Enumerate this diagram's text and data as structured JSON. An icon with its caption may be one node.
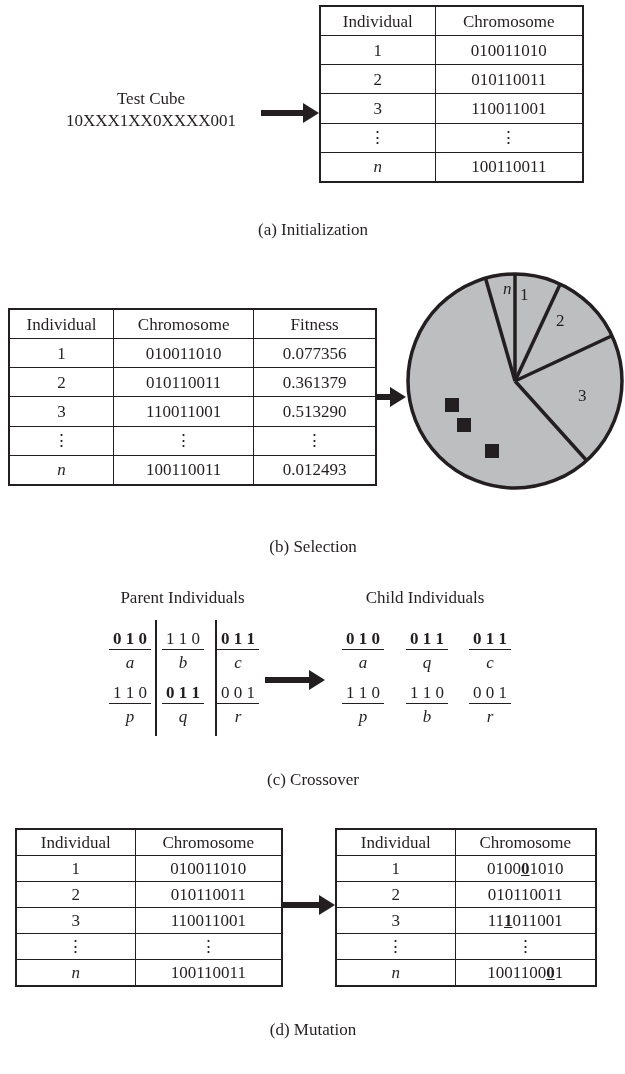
{
  "diagram": {
    "nodes": [
      {
        "text": [
          "Test Cube 10XXX1XX0XXXX001"
        ]
      },
      {
        "text": [
          "Individual",
          "Chromosome",
          "1",
          "010011010",
          "2",
          "010110011",
          "3",
          "110011001",
          "⋮",
          "⋮",
          "n",
          "100110011"
        ]
      },
      {
        "text": [
          "Individual",
          "Chromosome",
          "Fitness",
          "1",
          "010011010",
          "0.077356",
          "2",
          "010110011",
          "0.361379",
          "3",
          "110011001",
          "0.513290",
          "⋮",
          "⋮",
          "⋮",
          "n",
          "100110011",
          "0.012493"
        ]
      },
      {
        "text": [
          "n",
          "1",
          "2",
          "3"
        ]
      },
      {
        "text": [
          "Parent Individuals",
          "0 1 0",
          "a",
          "1 1 0",
          "b",
          "0 1 1",
          "c",
          "1 1 0",
          "p",
          "0 1 1",
          "q",
          "0 0 1",
          "r"
        ]
      },
      {
        "text": [
          "Child Individuals",
          "0 1 0",
          "a",
          "0 1 1",
          "q",
          "0 1 1",
          "c",
          "1 1 0",
          "p",
          "1 1 0",
          "b",
          "0 0 1",
          "r"
        ]
      },
      {
        "text": [
          "Individual",
          "Chromosome",
          "1",
          "010011010",
          "2",
          "010110011",
          "3",
          "110011001",
          "⋮",
          "⋮",
          "n",
          "100110011"
        ]
      },
      {
        "text": [
          "Individual",
          "Chromosome",
          "1",
          "0100**0**1010",
          "2",
          "010110011",
          "3",
          "11**1**011001",
          "⋮",
          "⋮",
          "n",
          "1001100**0**1"
        ]
      }
    ],
    "edges": [
      {
        "from": 0,
        "to": 1,
        "arrow": "to"
      },
      {
        "from": 2,
        "to": 3,
        "arrow": "to"
      },
      {
        "from": 4,
        "to": 5,
        "arrow": "to"
      },
      {
        "from": 6,
        "to": 7,
        "arrow": "to"
      }
    ],
    "labels": [
      "(a) Initialization",
      "(b) Selection",
      "(c) Crossover",
      "(d) Mutation"
    ]
  }
}
